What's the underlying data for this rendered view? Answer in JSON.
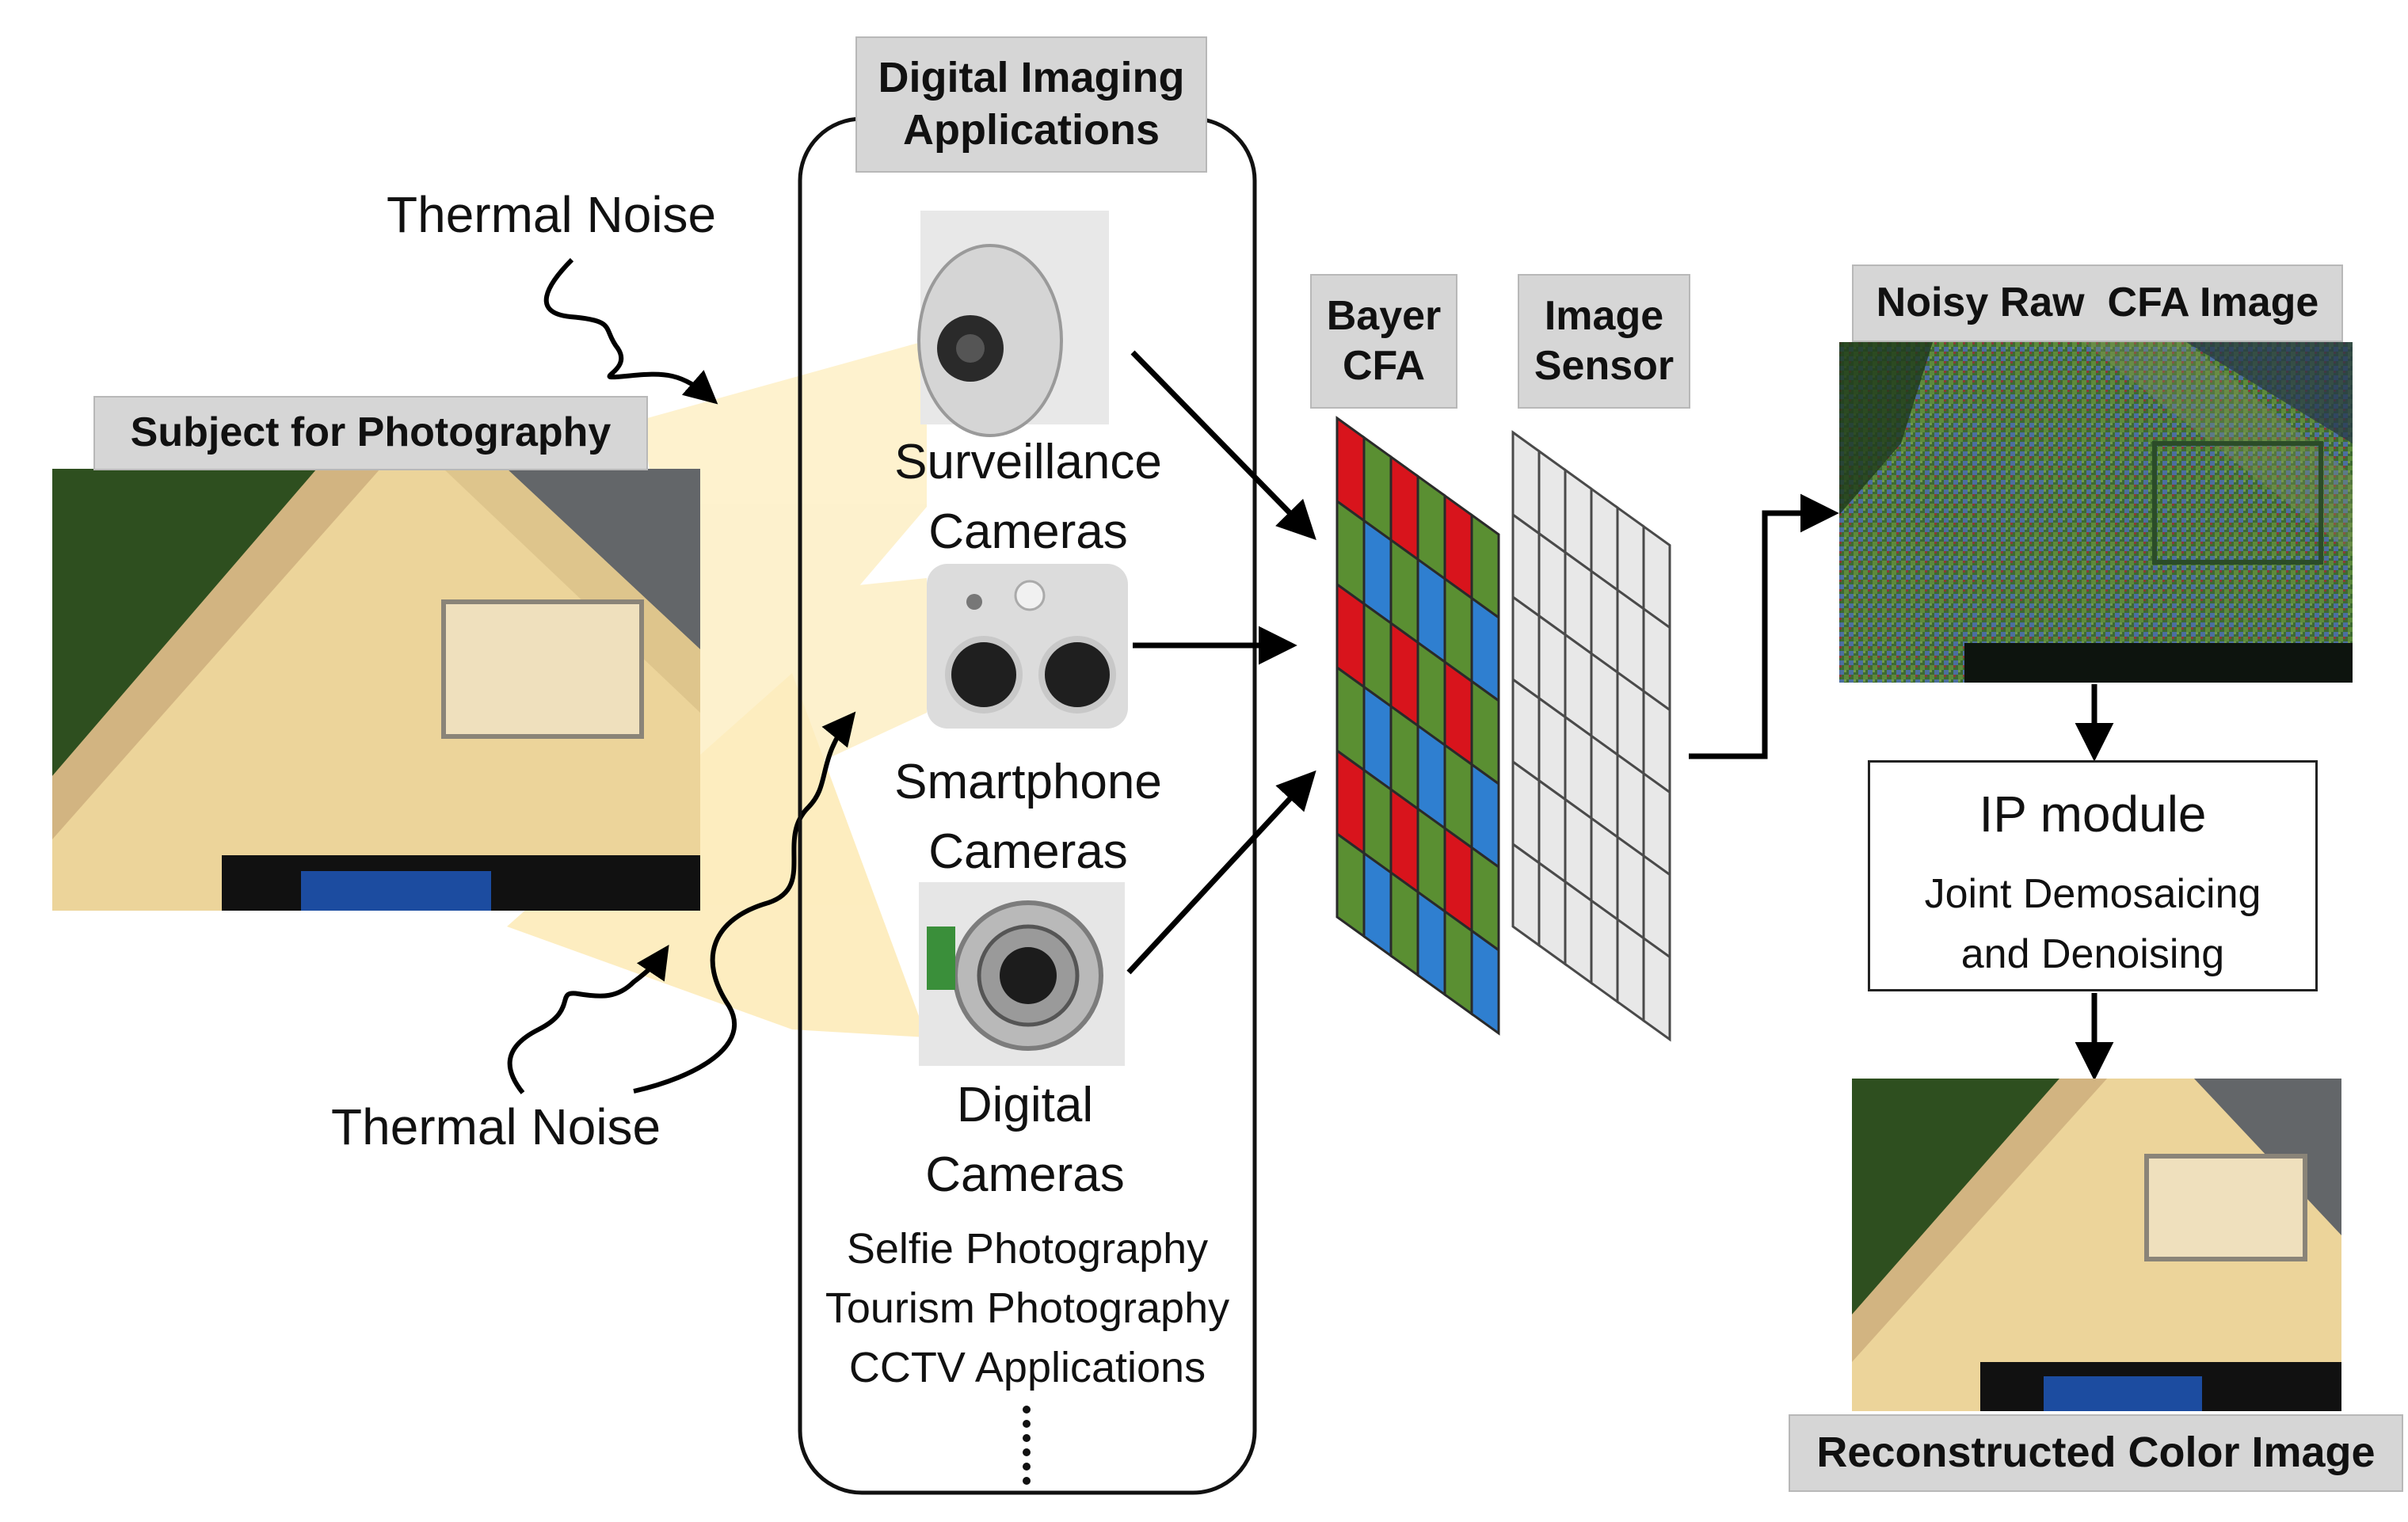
{
  "subject": {
    "title": "Subject for Photography"
  },
  "noise": {
    "top": "Thermal Noise",
    "bottom": "Thermal Noise"
  },
  "applications": {
    "title_line1": "Digital Imaging",
    "title_line2": "Applications",
    "devices": [
      {
        "line1": "Surveillance",
        "line2": "Cameras"
      },
      {
        "line1": "Smartphone",
        "line2": "Cameras"
      },
      {
        "line1": "Digital",
        "line2": "Cameras"
      }
    ],
    "uses": [
      "Selfie Photography",
      "Tourism Photography",
      "CCTV Applications"
    ]
  },
  "bayer": {
    "line1": "Bayer",
    "line2": "CFA",
    "colors": {
      "red": "#d8141c",
      "green": "#5a8f32",
      "blue": "#2f7fd0"
    }
  },
  "sensor": {
    "line1": "Image",
    "line2": "Sensor"
  },
  "noisy": {
    "title": "Noisy Raw  CFA Image"
  },
  "ip": {
    "title": "IP module",
    "line1": "Joint Demosaicing",
    "line2": "and Denoising"
  },
  "recon": {
    "title": "Reconstructed Color Image"
  }
}
